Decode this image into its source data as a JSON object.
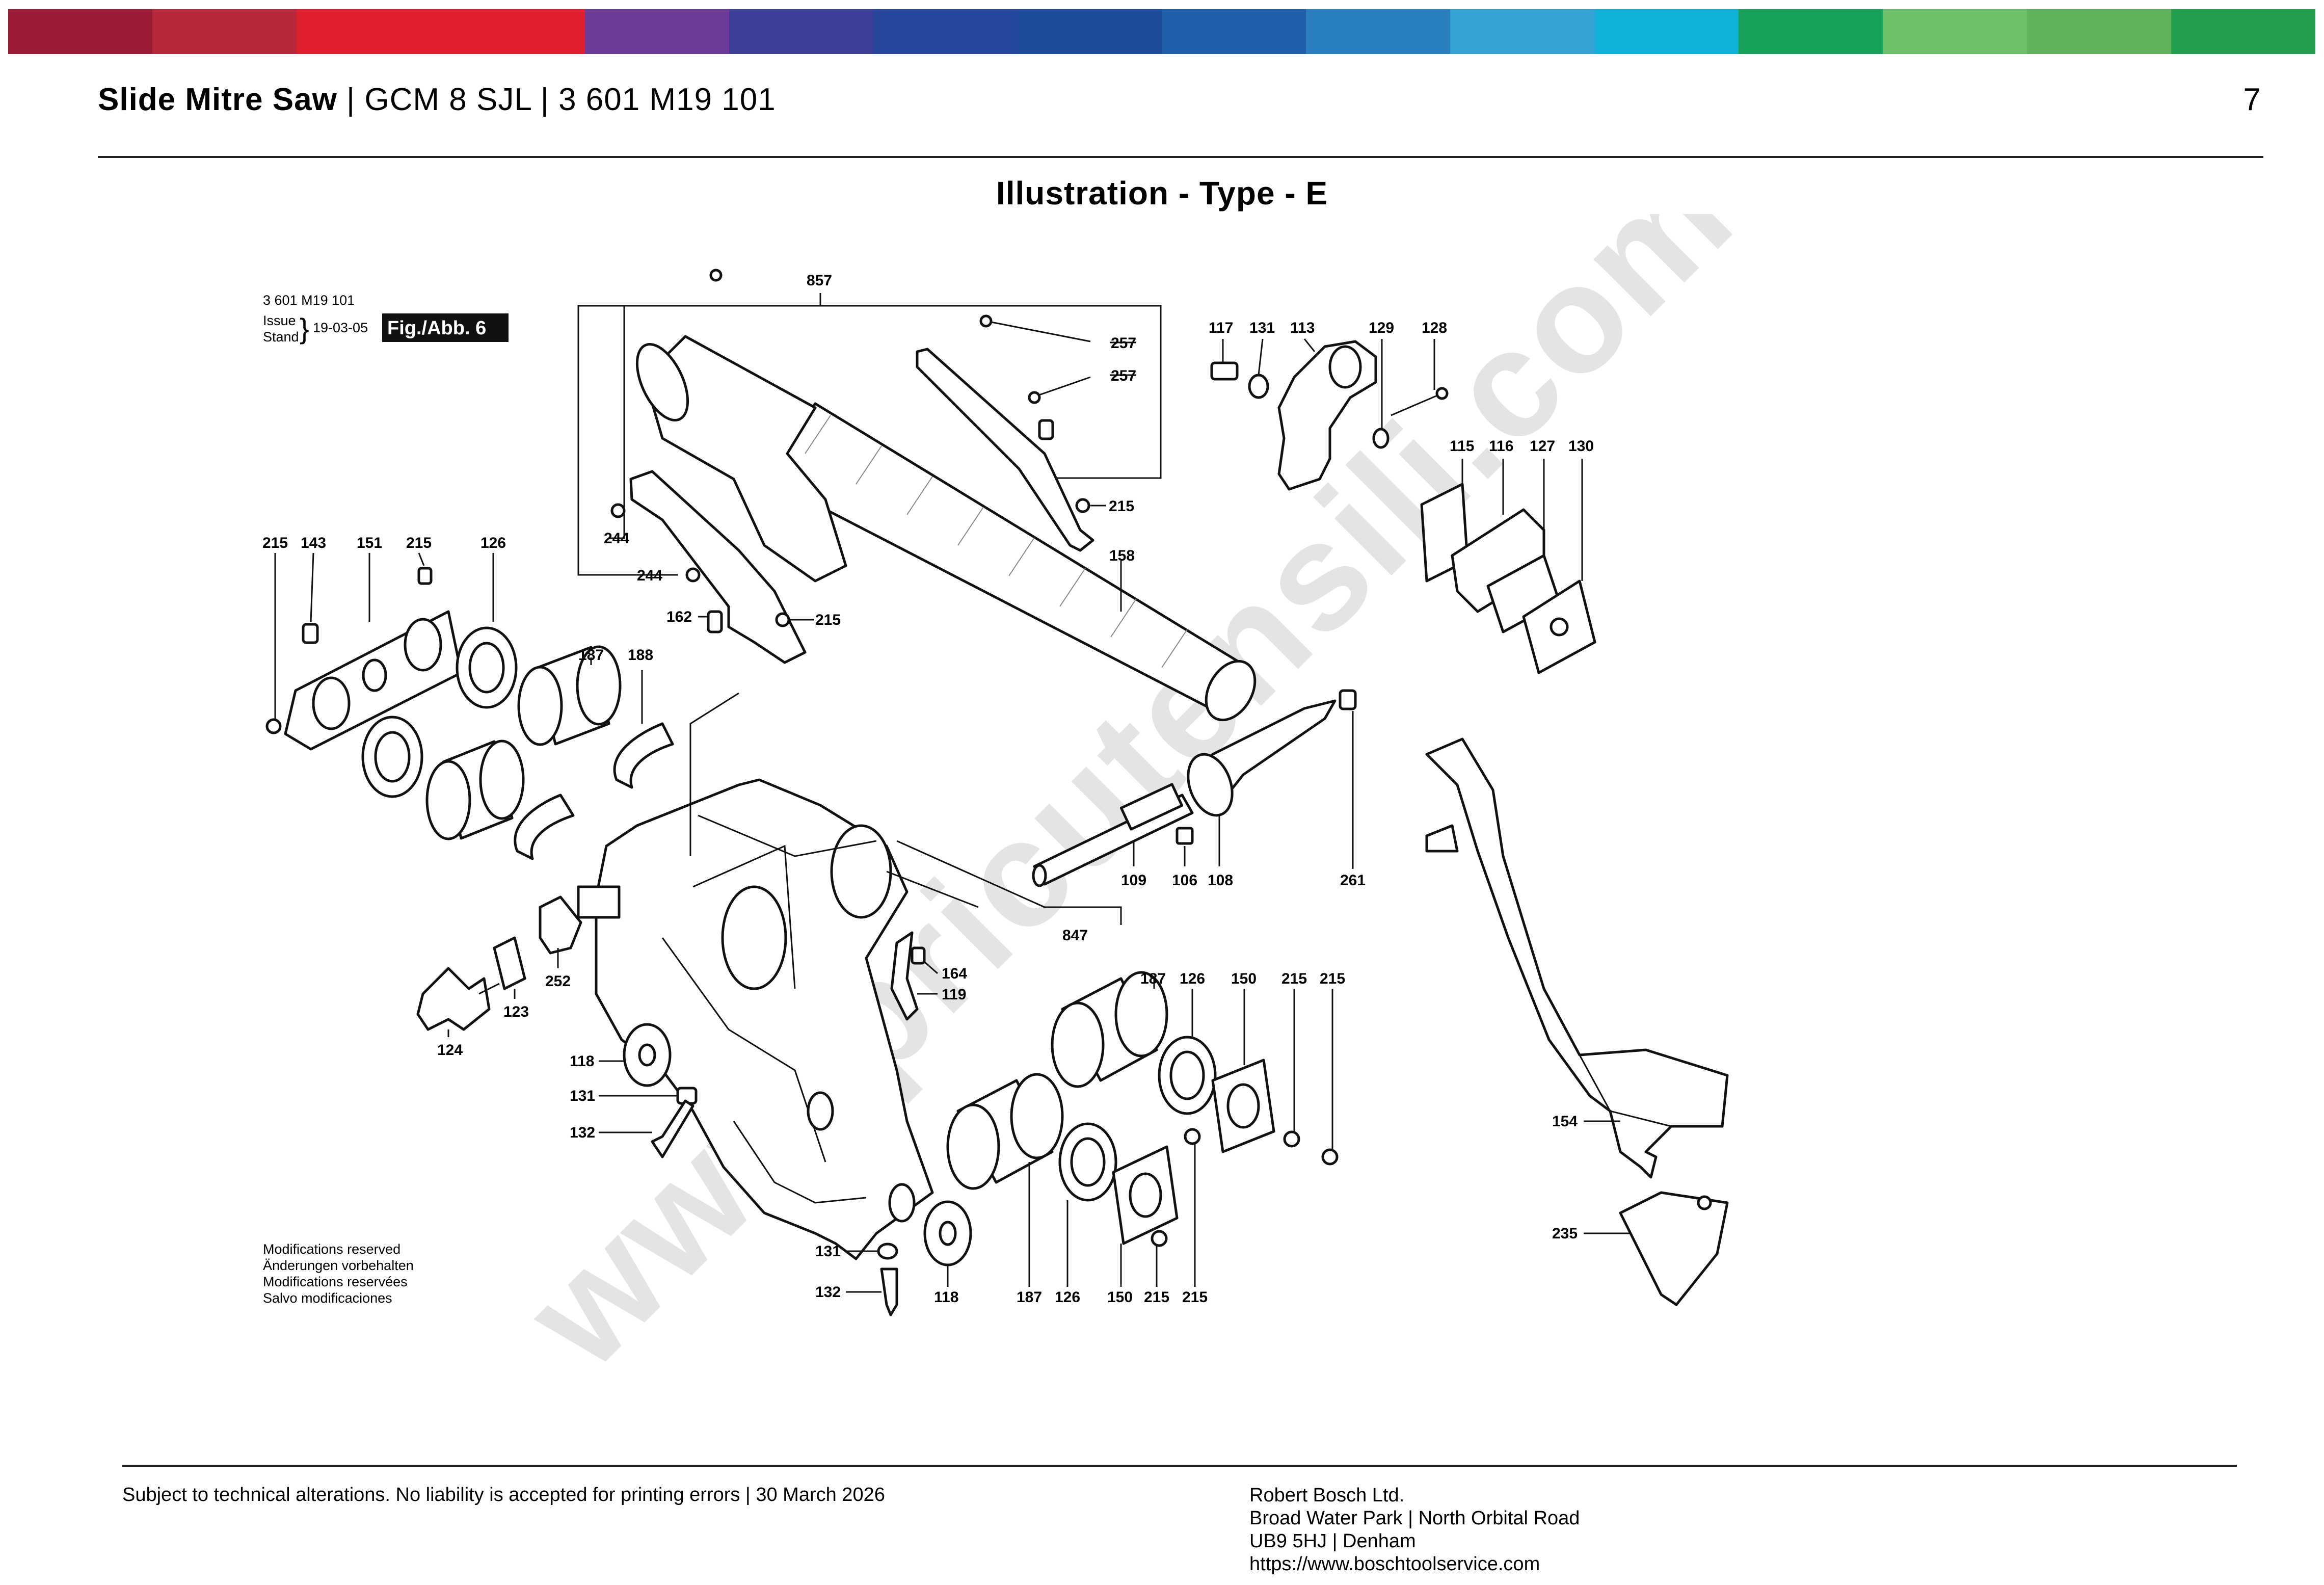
{
  "header": {
    "product": "Slide Mitre Saw",
    "model": "GCM 8 SJL",
    "part_number": "3 601 M19 101",
    "page_number": "7"
  },
  "title": "Illustration - Type - E",
  "diagram": {
    "meta_part_number": "3 601 M19 101",
    "issue_label": "Issue",
    "stand_label": "Stand",
    "issue_date": "19-03-05",
    "fig_label": "Fig./Abb. 6",
    "modifications": [
      "Modifications reserved",
      "Änderungen vorbehalten",
      "Modifications reservées",
      "Salvo modificaciones"
    ],
    "watermark": "www.pricutensili.com",
    "labels": {
      "l857": "857",
      "l257a": "257",
      "l257b": "257",
      "l215a": "215",
      "l158": "158",
      "l244a": "244",
      "l244b": "244",
      "l162": "162",
      "l215b": "215",
      "l215c": "215",
      "l143": "143",
      "l151": "151",
      "l215d": "215",
      "l126a": "126",
      "l187a": "187",
      "l188": "188",
      "l117": "117",
      "l131a": "131",
      "l113": "113",
      "l129": "129",
      "l128": "128",
      "l115": "115",
      "l116": "116",
      "l127": "127",
      "l130": "130",
      "l261": "261",
      "l109": "109",
      "l106": "106",
      "l108": "108",
      "l847": "847",
      "l252": "252",
      "l123": "123",
      "l124": "124",
      "l164": "164",
      "l119": "119",
      "l118a": "118",
      "l131b": "131",
      "l132a": "132",
      "l187b": "187",
      "l126b": "126",
      "l150a": "150",
      "l215e": "215",
      "l215f": "215",
      "l154": "154",
      "l235": "235",
      "l131c": "131",
      "l132b": "132",
      "l118b": "118",
      "l187c": "187",
      "l126c": "126",
      "l150b": "150",
      "l215g": "215",
      "l215h": "215"
    }
  },
  "footer": {
    "disclaimer": "Subject to technical alterations. No liability is accepted for printing errors | 30 March 2026",
    "company": "Robert Bosch Ltd.",
    "address1": "Broad Water Park | North Orbital Road",
    "address2": "UB9 5HJ | Denham",
    "url": "https://www.boschtoolservice.com"
  },
  "colors": {
    "color_bar": [
      "#9b1c35",
      "#b8273c",
      "#e0202e",
      "#e0202e",
      "#6a3c97",
      "#3c3f98",
      "#24469b",
      "#1e4c9a",
      "#1f5ea8",
      "#2a7fbf",
      "#33a4d3",
      "#0fb1d6",
      "#17a15a",
      "#6cc06a",
      "#5fb35c",
      "#23a04e"
    ]
  }
}
